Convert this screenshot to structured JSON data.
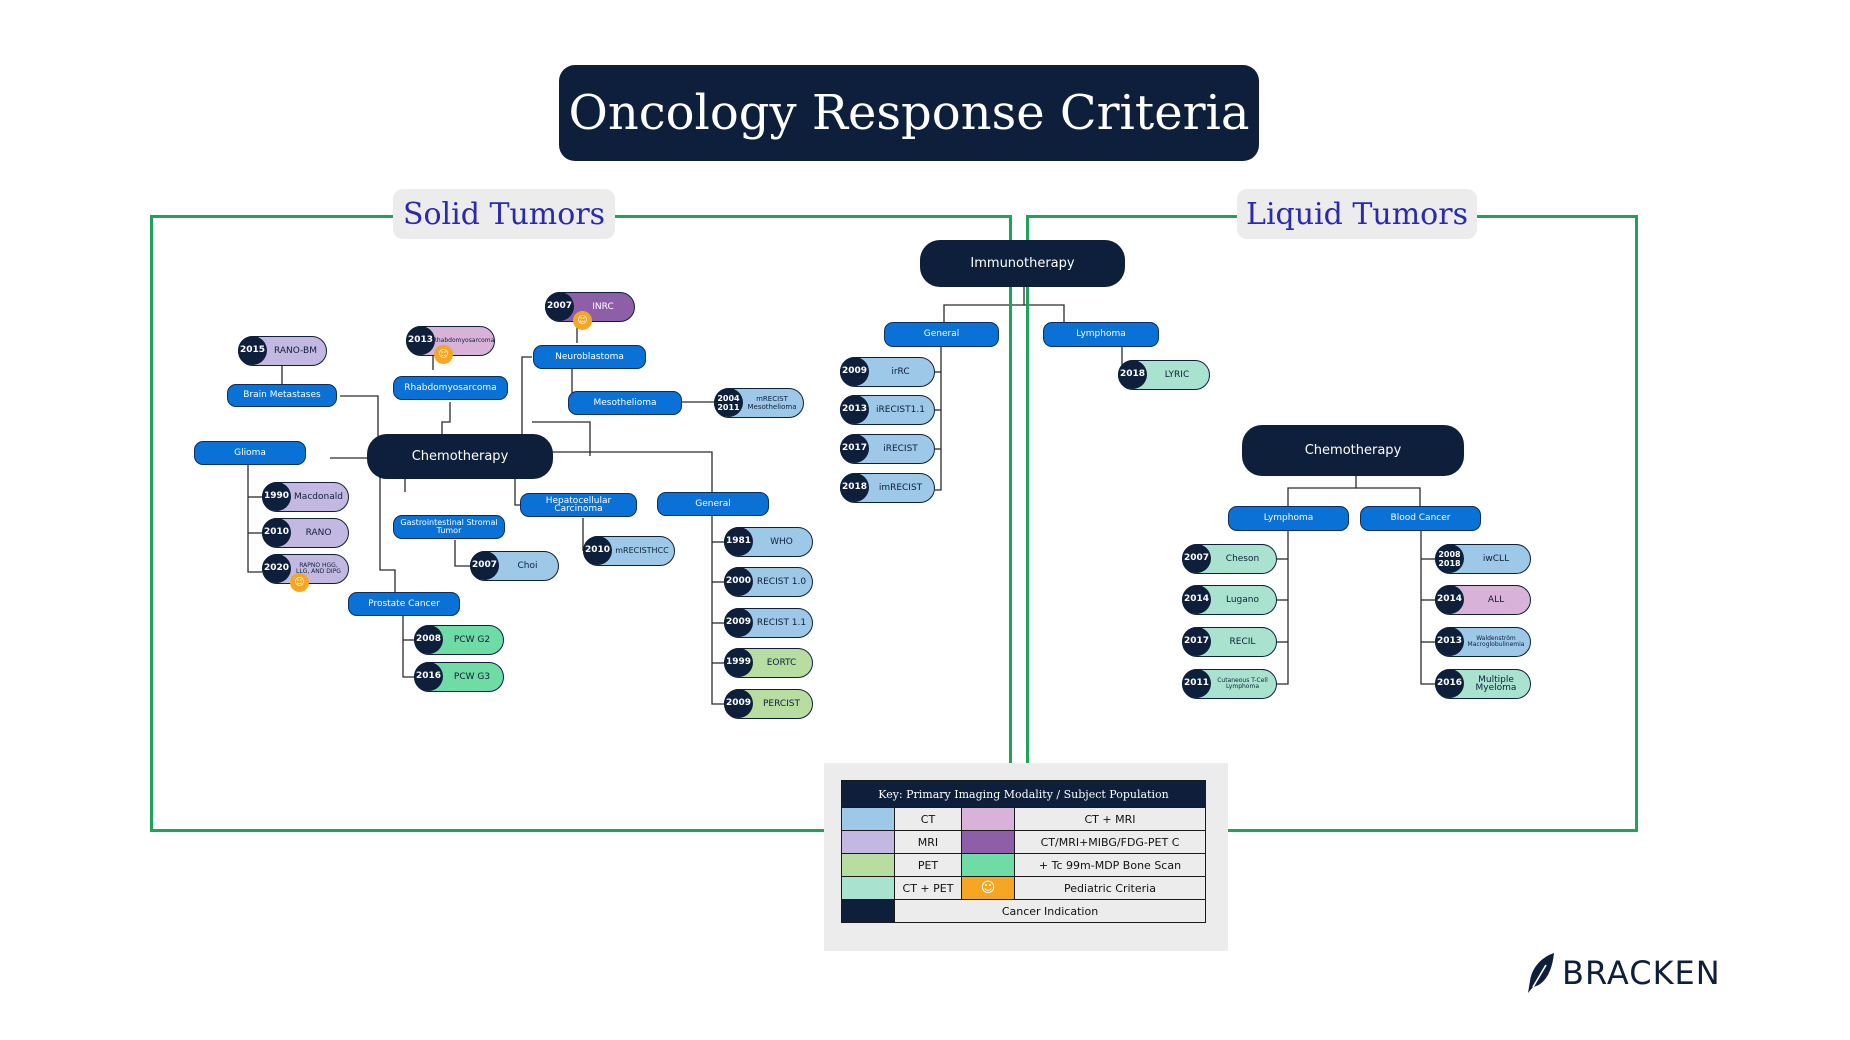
{
  "title": "Oncology Response Criteria",
  "sections": {
    "solid": "Solid Tumors",
    "liquid": "Liquid Tumors"
  },
  "colors": {
    "dark_navy": "#0e1f3b",
    "category_blue": "#0a72d6",
    "region_green": "#1fa35a",
    "label_purple": "#2a2ab0",
    "CT": "#9dc8e8",
    "CT+MRI": "#d8b2d8",
    "MRI": "#c3b8e2",
    "CT/MRI+MIBG/FDG-PET C": "#8e5fa8",
    "PET": "#b7dea0",
    "+ Tc 99m-MDP Bone Scan": "#6fdba5",
    "CT + PET": "#a9e3d0",
    "Pediatric Criteria": "#f5a623"
  },
  "solid": {
    "root": "Chemotherapy",
    "categories": {
      "brain_metastases": "Brain Metastases",
      "rhabdomyosarcoma": "Rhabdomyosarcoma",
      "neuroblastoma": "Neuroblastoma",
      "mesothelioma": "Mesothelioma",
      "glioma": "Glioma",
      "gist": "Gastrointestinal Stromal Tumor",
      "hcc": "Hepatocellular Carcinoma",
      "general": "General",
      "prostate": "Prostate Cancer"
    },
    "criteria": {
      "rano_bm": {
        "year": "2015",
        "name": "RANO-BM",
        "modality": "MRI"
      },
      "rhabdo": {
        "year": "2013",
        "name": "Rhabdomyosarcoma",
        "modality": "CT+MRI",
        "pediatric": true
      },
      "inrc": {
        "year": "2007",
        "name": "INRC",
        "modality": "CT/MRI+MIBG/FDG-PET C",
        "pediatric": true
      },
      "mrecist": {
        "year": "2004",
        "year2": "2011",
        "name": "mRECIST Mesothelioma",
        "modality": "CT"
      },
      "macdonald": {
        "year": "1990",
        "name": "Macdonald",
        "modality": "MRI"
      },
      "rano": {
        "year": "2010",
        "name": "RANO",
        "modality": "MRI"
      },
      "rapno": {
        "year": "2020",
        "name": "RAPNO HGG, LLG, AND DIPG",
        "modality": "MRI",
        "pediatric": true
      },
      "choi": {
        "year": "2007",
        "name": "Choi",
        "modality": "CT"
      },
      "mrecisthcc": {
        "year": "2010",
        "name": "mRECISTHCC",
        "modality": "CT"
      },
      "who": {
        "year": "1981",
        "name": "WHO",
        "modality": "CT"
      },
      "recist10": {
        "year": "2000",
        "name": "RECIST 1.0",
        "modality": "CT"
      },
      "recist11": {
        "year": "2009",
        "name": "RECIST 1.1",
        "modality": "CT"
      },
      "eortc": {
        "year": "1999",
        "name": "EORTC",
        "modality": "PET"
      },
      "percist": {
        "year": "2009",
        "name": "PERCIST",
        "modality": "PET"
      },
      "pcwg2": {
        "year": "2008",
        "name": "PCW G2",
        "modality": "+ Tc 99m-MDP Bone Scan"
      },
      "pcwg3": {
        "year": "2016",
        "name": "PCW G3",
        "modality": "+ Tc 99m-MDP Bone Scan"
      }
    }
  },
  "immunotherapy": {
    "root": "Immunotherapy",
    "general": "General",
    "lymphoma": "Lymphoma",
    "criteria": {
      "irrc": {
        "year": "2009",
        "name": "irRC",
        "modality": "CT"
      },
      "irecist11": {
        "year": "2013",
        "name": "iRECIST1.1",
        "modality": "CT"
      },
      "irecist": {
        "year": "2017",
        "name": "iRECIST",
        "modality": "CT"
      },
      "imrecist": {
        "year": "2018",
        "name": "imRECIST",
        "modality": "CT"
      },
      "lyric": {
        "year": "2018",
        "name": "LYRIC",
        "modality": "CT + PET"
      }
    }
  },
  "liquid": {
    "root": "Chemotherapy",
    "lymphoma": "Lymphoma",
    "blood": "Blood Cancer",
    "criteria": {
      "cheson": {
        "year": "2007",
        "name": "Cheson",
        "modality": "CT + PET"
      },
      "lugano": {
        "year": "2014",
        "name": "Lugano",
        "modality": "CT + PET"
      },
      "recil": {
        "year": "2017",
        "name": "RECIL",
        "modality": "CT + PET"
      },
      "ctcl": {
        "year": "2011",
        "name": "Cutaneous T-Cell Lymphoma",
        "modality": "CT + PET"
      },
      "iwcll": {
        "year": "2008",
        "year2": "2018",
        "name": "iwCLL",
        "modality": "CT"
      },
      "all": {
        "year": "2014",
        "name": "ALL",
        "modality": "CT+MRI"
      },
      "waldenstrom": {
        "year": "2013",
        "name": "Waldenström Macroglobulinemia",
        "modality": "CT"
      },
      "myeloma": {
        "year": "2016",
        "name": "Multiple Myeloma",
        "modality": "CT + PET"
      }
    }
  },
  "key": {
    "heading": "Key: Primary Imaging Modality / Subject Population",
    "rows": [
      {
        "a": "CT",
        "b": "CT + MRI"
      },
      {
        "a": "MRI",
        "b": "CT/MRI+MIBG/FDG-PET C"
      },
      {
        "a": "PET",
        "b": "+ Tc 99m-MDP Bone Scan"
      },
      {
        "a": "CT + PET",
        "b": "Pediatric Criteria"
      }
    ],
    "indication": "Cancer Indication"
  },
  "logo": "BRACKEN"
}
